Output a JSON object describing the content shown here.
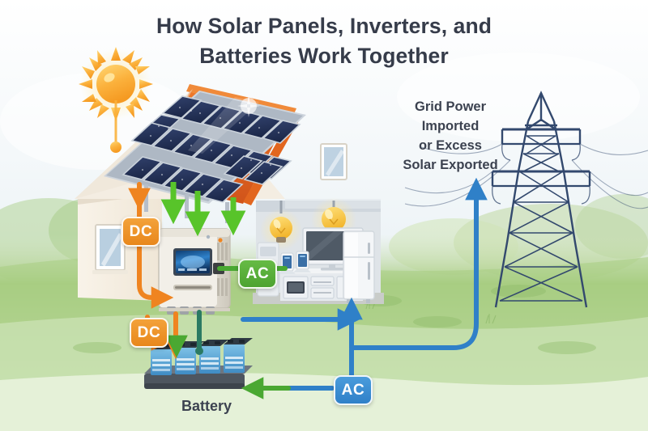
{
  "title": "How Solar Panels, Inverters, and\nBatteries Work Together",
  "labels": {
    "grid_caption": "Grid Power\nImported\nor Excess\nSolar Exported",
    "battery_caption": "Battery"
  },
  "badges": [
    {
      "id": "dc-panels-to-inverter",
      "text": "DC",
      "color": "#e8871c",
      "meaning": "direct-current-from-solar-panels"
    },
    {
      "id": "dc-inverter-to-battery",
      "text": "DC",
      "color": "#e8871c",
      "meaning": "direct-current-to-battery"
    },
    {
      "id": "ac-inverter-to-home",
      "text": "AC",
      "color": "#4da330",
      "meaning": "alternating-current-to-home-loads"
    },
    {
      "id": "ac-grid-tie",
      "text": "AC",
      "color": "#2f80c8",
      "meaning": "alternating-current-grid-connection"
    }
  ],
  "flows": [
    {
      "from": "solar-panels",
      "to": "inverter",
      "type": "DC",
      "color": "#ef8420"
    },
    {
      "from": "solar-panels",
      "to": "roof-drop",
      "type": "DC",
      "color": "#58c42a"
    },
    {
      "from": "inverter",
      "to": "battery",
      "type": "DC",
      "color": "#ef8420"
    },
    {
      "from": "inverter",
      "to": "home-appliances",
      "type": "AC",
      "color": "#4da330"
    },
    {
      "from": "grid-tie",
      "to": "home-appliances",
      "type": "AC",
      "color": "#2f80c8"
    },
    {
      "from": "grid-tie",
      "to": "power-pylon",
      "type": "AC",
      "color": "#2f80c8"
    },
    {
      "from": "grid-tie",
      "to": "battery",
      "type": "AC",
      "color": "#4da330"
    }
  ],
  "scene": {
    "sun": "sun-icon",
    "solar_array": {
      "columns": 5,
      "rows": 3,
      "panel_color": "#24325c"
    },
    "house": {
      "wall_color": "#f6efe4",
      "roof_color": "#e2661f"
    },
    "inverter": {
      "body_color": "#e7e4dd",
      "screen_color": "#1d4f86"
    },
    "battery_bank": {
      "count": 4,
      "color": "#58a7d8"
    },
    "appliances": [
      "light-bulb",
      "light-bulb",
      "television",
      "tablet",
      "tablet",
      "oven",
      "refrigerator"
    ],
    "pylon": {
      "color": "#33496e",
      "crossarms": 2
    },
    "background": {
      "sky": "#eef5f8",
      "grass": "#9ec77e"
    }
  },
  "chart_data": {
    "type": "diagram",
    "title": "How Solar Panels, Inverters, and Batteries Work Together",
    "nodes": [
      {
        "id": "sun",
        "label": "Sun"
      },
      {
        "id": "solar-panels",
        "label": "Solar Panels"
      },
      {
        "id": "inverter",
        "label": "Inverter"
      },
      {
        "id": "battery",
        "label": "Battery"
      },
      {
        "id": "home-appliances",
        "label": "Home Appliances"
      },
      {
        "id": "power-pylon",
        "label": "Grid Power Imported or Excess Solar Exported"
      }
    ],
    "edges": [
      {
        "source": "solar-panels",
        "target": "inverter",
        "label": "DC",
        "color": "#ef8420"
      },
      {
        "source": "inverter",
        "target": "battery",
        "label": "DC",
        "color": "#ef8420"
      },
      {
        "source": "inverter",
        "target": "home-appliances",
        "label": "AC",
        "color": "#4da330"
      },
      {
        "source": "power-pylon",
        "target": "home-appliances",
        "label": "AC",
        "color": "#2f80c8"
      },
      {
        "source": "home-appliances",
        "target": "power-pylon",
        "label": "AC",
        "color": "#2f80c8"
      },
      {
        "source": "power-pylon",
        "target": "battery",
        "label": "AC",
        "color": "#4da330"
      }
    ]
  }
}
